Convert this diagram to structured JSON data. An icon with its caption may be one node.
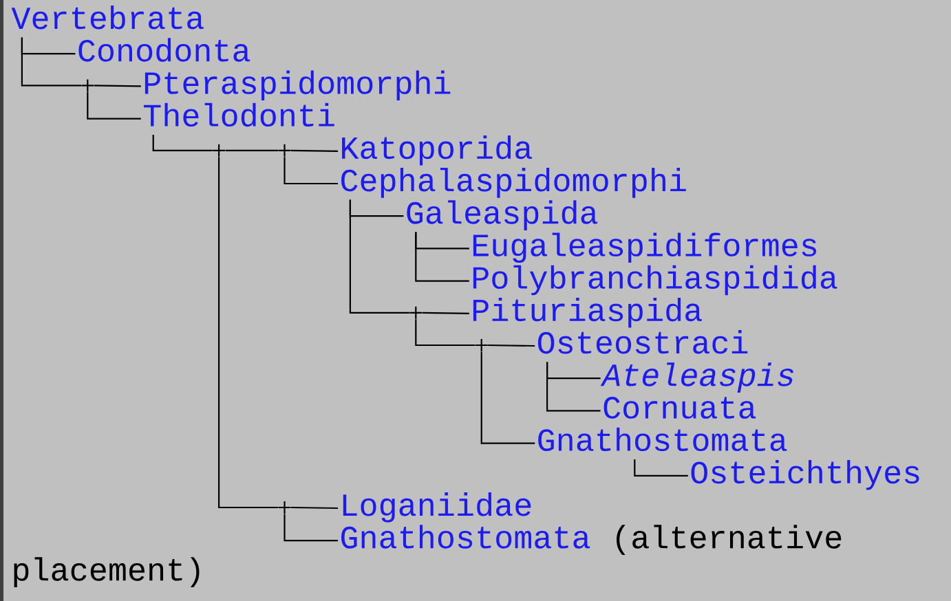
{
  "diagram": {
    "nodes": [
      {
        "text": [
          "Vertebrata"
        ]
      },
      {
        "text": [
          "Conodonta"
        ]
      },
      {
        "text": [],
        "shape": "cross"
      },
      {
        "text": [
          "Pteraspidomorphi"
        ]
      },
      {
        "text": [
          "Thelodonti"
        ]
      },
      {
        "text": [],
        "shape": "cross"
      },
      {
        "text": [],
        "shape": "cross"
      },
      {
        "text": [
          "Katoporida"
        ]
      },
      {
        "text": [
          "Cephalaspidomorphi"
        ]
      },
      {
        "text": [
          "Galeaspida"
        ]
      },
      {
        "text": [
          "Eugaleaspidiformes"
        ]
      },
      {
        "text": [
          "Polybranchiaspidida"
        ]
      },
      {
        "text": [],
        "shape": "cross"
      },
      {
        "text": [
          "Pituriaspida"
        ]
      },
      {
        "text": [],
        "shape": "cross"
      },
      {
        "text": [
          "Osteostraci"
        ]
      },
      {
        "text": [
          "Ateleaspis"
        ]
      },
      {
        "text": [
          "Cornuata"
        ]
      },
      {
        "text": [
          "Gnathostomata"
        ]
      },
      {
        "text": [
          "Osteichthyes"
        ]
      },
      {
        "text": [],
        "shape": "cross"
      },
      {
        "text": [
          "Loganiidae"
        ]
      },
      {
        "text": [
          "Gnathostomata"
        ],
        "beside": [
          "(alternative placement)"
        ]
      }
    ],
    "edges": [
      {
        "from": 0,
        "to": 1,
        "arrow": "none"
      },
      {
        "from": 0,
        "to": 2,
        "arrow": "none"
      },
      {
        "from": 2,
        "to": 3,
        "arrow": "none"
      },
      {
        "from": 2,
        "to": 4,
        "arrow": "none"
      },
      {
        "from": 4,
        "to": 5,
        "arrow": "none"
      },
      {
        "from": 5,
        "to": 6,
        "arrow": "none"
      },
      {
        "from": 5,
        "to": 20,
        "arrow": "none"
      },
      {
        "from": 6,
        "to": 7,
        "arrow": "none"
      },
      {
        "from": 6,
        "to": 8,
        "arrow": "none"
      },
      {
        "from": 8,
        "to": 9,
        "arrow": "none"
      },
      {
        "from": 8,
        "to": 12,
        "arrow": "none"
      },
      {
        "from": 9,
        "to": 10,
        "arrow": "none"
      },
      {
        "from": 9,
        "to": 11,
        "arrow": "none"
      },
      {
        "from": 12,
        "to": 13,
        "arrow": "none"
      },
      {
        "from": 12,
        "to": 14,
        "arrow": "none"
      },
      {
        "from": 14,
        "to": 15,
        "arrow": "none"
      },
      {
        "from": 14,
        "to": 18,
        "arrow": "none"
      },
      {
        "from": 15,
        "to": 16,
        "arrow": "none"
      },
      {
        "from": 15,
        "to": 17,
        "arrow": "none"
      },
      {
        "from": 18,
        "to": 19,
        "arrow": "none"
      },
      {
        "from": 20,
        "to": 21,
        "arrow": "none"
      },
      {
        "from": 20,
        "to": 22,
        "arrow": "none"
      }
    ]
  }
}
